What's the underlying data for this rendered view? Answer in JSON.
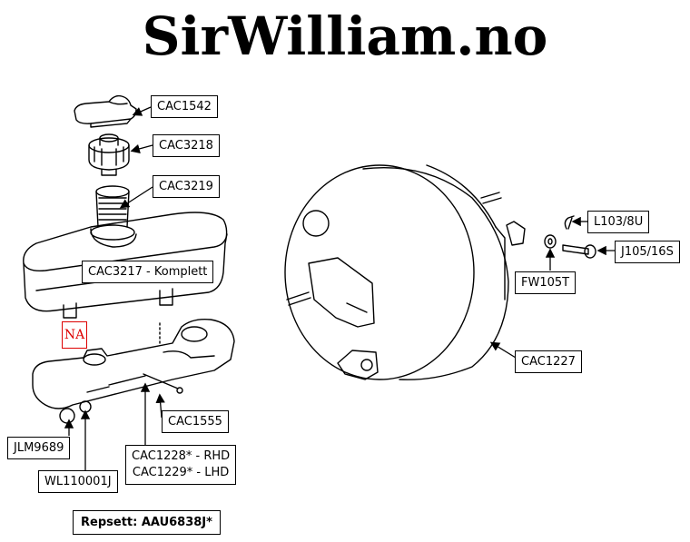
{
  "site_title": "SirWilliam.no",
  "parts": [
    {
      "id": "cac1542",
      "label": "CAC1542"
    },
    {
      "id": "cac3218",
      "label": "CAC3218"
    },
    {
      "id": "cac3219",
      "label": "CAC3219"
    },
    {
      "id": "cac3217",
      "label": "CAC3217 - Komplett"
    },
    {
      "id": "cac1555",
      "label": "CAC1555"
    },
    {
      "id": "jlm9689",
      "label": "JLM9689"
    },
    {
      "id": "wl110001j",
      "label": "WL110001J"
    },
    {
      "id": "cac1228",
      "label": "CAC1228* - RHD"
    },
    {
      "id": "cac1229",
      "label": "CAC1229* - LHD"
    },
    {
      "id": "cac1227",
      "label": "CAC1227"
    },
    {
      "id": "fw105t",
      "label": "FW105T"
    },
    {
      "id": "l103_8u",
      "label": "L103/8U"
    },
    {
      "id": "j105_16s",
      "label": "J105/16S"
    }
  ],
  "repair_kit": "Repsett: AAU6838J*",
  "marker": "NA",
  "colors": {
    "line": "#000000",
    "marker": "#dd0000",
    "background": "#ffffff"
  }
}
